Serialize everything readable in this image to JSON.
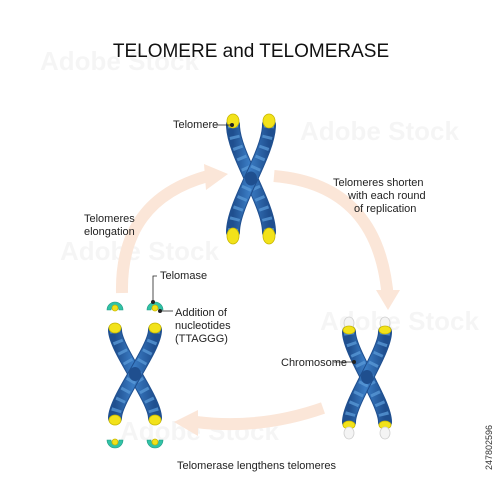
{
  "title": "TELOMERE and TELOMERASE",
  "labels": {
    "telomere": "Telomere",
    "shorten": [
      "Telomeres shorten",
      "with each round",
      "of replication"
    ],
    "elongation": [
      "Telomeres",
      "elongation"
    ],
    "telomase": "Telomase",
    "addition": [
      "Addition of",
      "nucleotides",
      "(TTAGGG)"
    ],
    "chromosome": "Chromosome",
    "lengthens": "Telomerase lengthens telomeres"
  },
  "stock_id": "247802596",
  "watermark": "Adobe Stock",
  "colors": {
    "chromatid": "#2f6db3",
    "chromatid_dark": "#1f4f8f",
    "band": "#5b9bd8",
    "telomere": "#f2e21a",
    "telomere_edge": "#c9b800",
    "enzyme": "#32c2a6",
    "enzyme_dark": "#1e9a82",
    "arrow": "#fbe6d8",
    "arrow_edge": "#f3d2bd",
    "shortened_cap": "#f4f4f4"
  }
}
